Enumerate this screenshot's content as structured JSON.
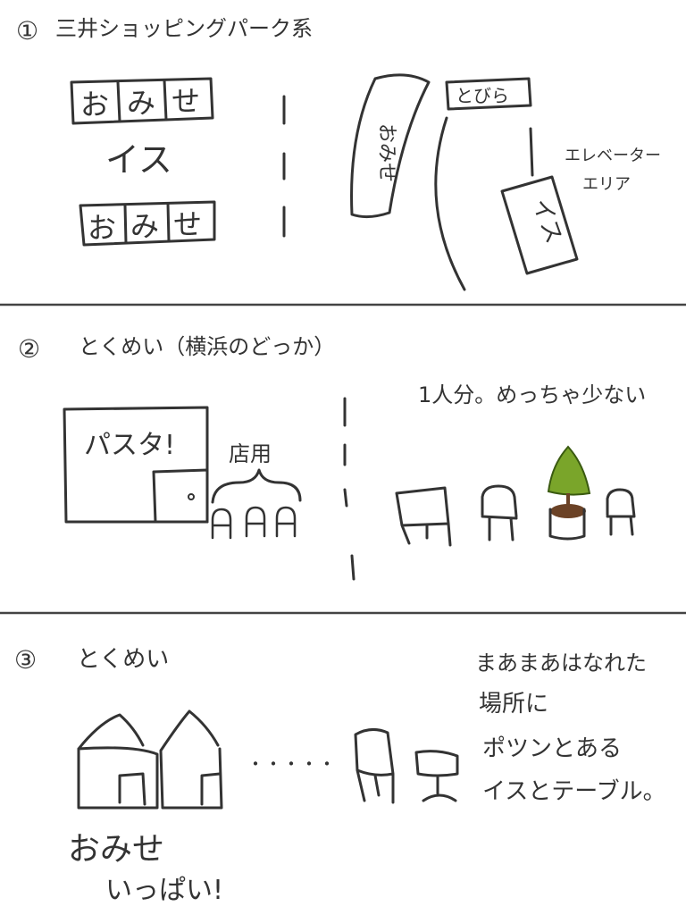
{
  "panel1": {
    "number": "①",
    "title": "三井ショッピングパーク系",
    "left": {
      "shop_top": [
        "お",
        "み",
        "せ"
      ],
      "chair_label": "イス",
      "shop_bottom": [
        "お",
        "み",
        "せ"
      ]
    },
    "right": {
      "shop_label": "おみせ",
      "door_label": "とびら",
      "chair_label": "イス",
      "elevator_label": "エレベーター",
      "area_label": "エリア"
    }
  },
  "panel2": {
    "number": "②",
    "title": "とくめい（横浜のどっか）",
    "left": {
      "pasta_label": "パスタ!",
      "store_use_label": "店用"
    },
    "right": {
      "note": "1人分。めっちゃ少ない"
    },
    "colors": {
      "tree": "#7aa52a",
      "pot": "#6b4226"
    }
  },
  "panel3": {
    "number": "③",
    "title": "とくめい",
    "left": {
      "shops_label": "おみせ",
      "many_label": "いっぱい!",
      "dots": "・・・・・"
    },
    "right": {
      "note_line1": "まあまあはなれた",
      "note_line2": "場所に",
      "note_line3": "ポツンとある",
      "note_line4": "イスとテーブル。"
    }
  }
}
